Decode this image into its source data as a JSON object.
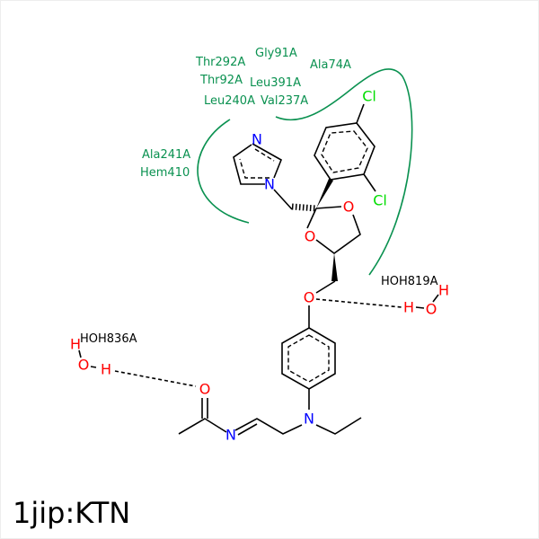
{
  "title": "1jip:KTN",
  "residues": [
    "Gly91A",
    "Thr292A",
    "Ala74A",
    "Thr92A",
    "Leu391A",
    "Leu240A",
    "Val237A",
    "Ala241A",
    "Hem410"
  ],
  "waters": [
    "HOH819A",
    "HOH836A"
  ],
  "atoms": {
    "N": "N",
    "O": "O",
    "Cl": "Cl",
    "H": "H"
  },
  "colors": {
    "residue": "#0a9150",
    "nitrogen": "#0000ff",
    "oxygen": "#ff0000",
    "chlorine": "#00dd00",
    "bond": "#000000"
  }
}
